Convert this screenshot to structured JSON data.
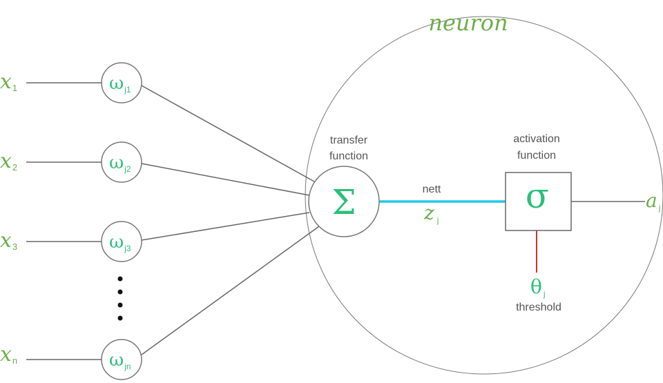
{
  "title": "neuron",
  "colors": {
    "green": "#6cae4a",
    "teal_green": "#2bbf7a",
    "line": "#666666",
    "circle": "#777777",
    "cyan": "#1ec8e8",
    "red": "#d03030",
    "label": "#555555",
    "dots": "#111111"
  },
  "inputs": [
    {
      "var": "x",
      "sub": "1",
      "weight": "ω",
      "wsub": "j1"
    },
    {
      "var": "x",
      "sub": "2",
      "weight": "ω",
      "wsub": "j2"
    },
    {
      "var": "x",
      "sub": "3",
      "weight": "ω",
      "wsub": "j3"
    },
    {
      "var": "x",
      "sub": "n",
      "weight": "ω",
      "wsub": "jn"
    }
  ],
  "ellipsis_icon": "vertical-dots",
  "transfer": {
    "label_line1": "transfer",
    "label_line2": "function",
    "symbol": "Σ"
  },
  "nett": {
    "label": "nett",
    "var": "z",
    "sub": "j"
  },
  "activation": {
    "label_line1": "activation",
    "label_line2": "function",
    "symbol": "σ"
  },
  "threshold": {
    "symbol": "θ",
    "sub": "j",
    "label": "threshold"
  },
  "output": {
    "var": "a",
    "sub": "j"
  }
}
